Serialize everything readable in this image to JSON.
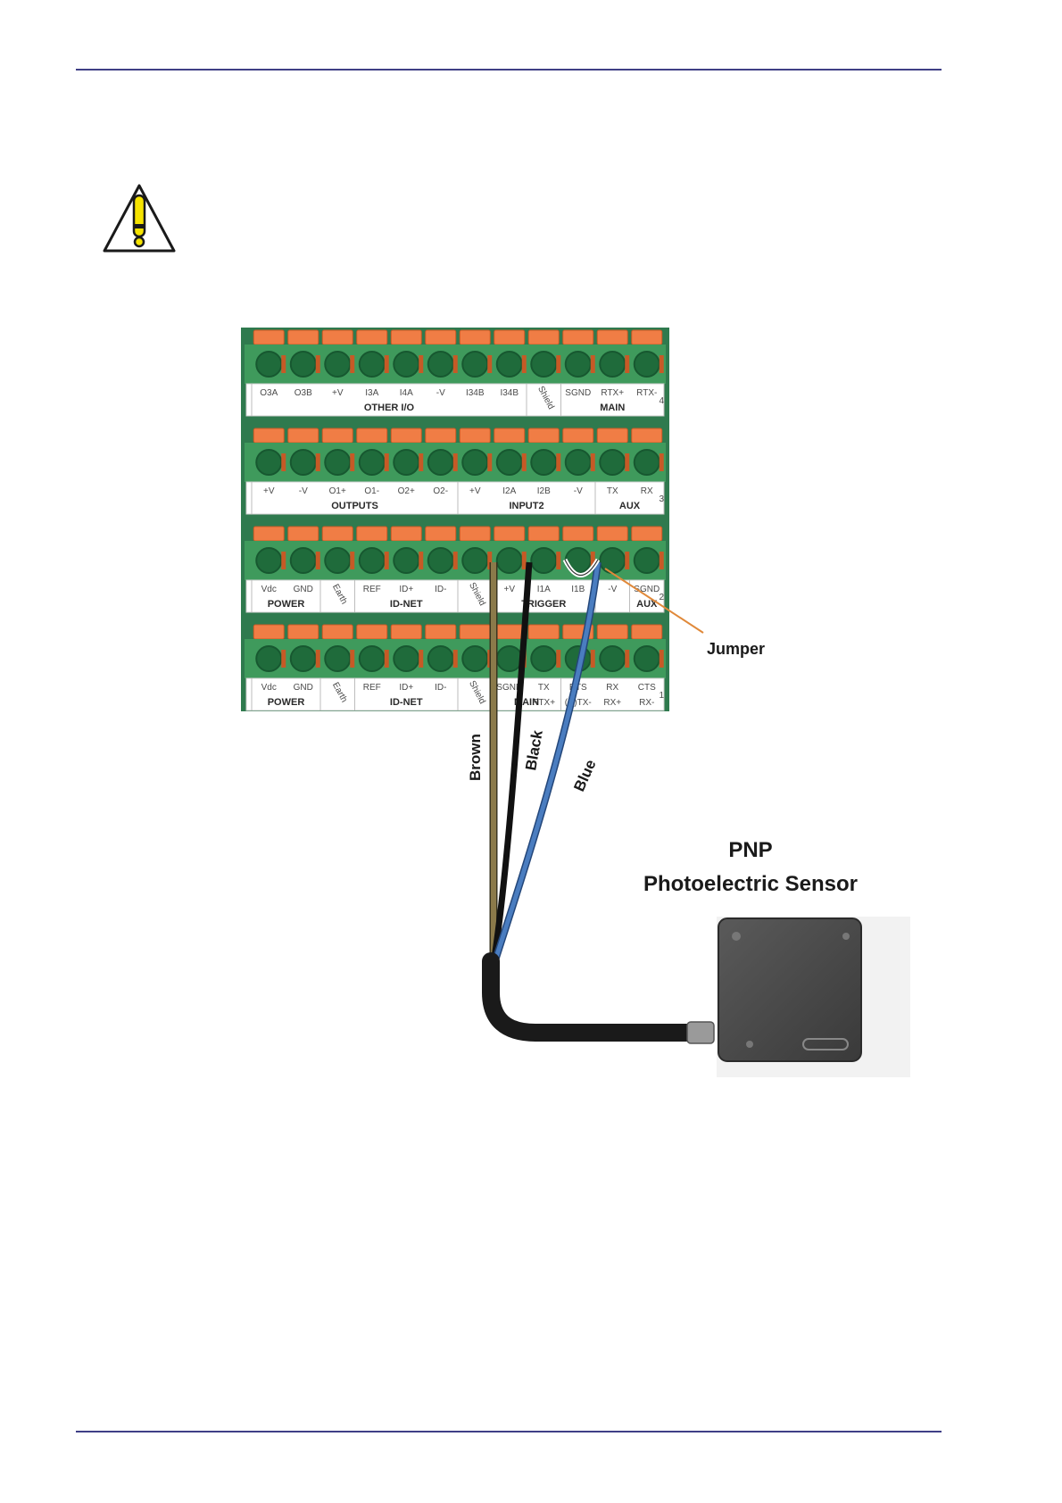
{
  "callouts": {
    "jumper": "Jumper",
    "sensor_line1": "PNP",
    "sensor_line2": "Photoelectric Sensor"
  },
  "wires": {
    "brown": "Brown",
    "black": "Black",
    "blue": "Blue"
  },
  "terminal_block": {
    "rows": [
      {
        "number": "4",
        "terminals": [
          "O3A",
          "O3B",
          "+V",
          "I3A",
          "I4A",
          "-V",
          "I34B",
          "I34B",
          "Shield",
          "SGND",
          "RTX+",
          "RTX-"
        ],
        "groups": [
          "OTHER I/O",
          "MAIN"
        ]
      },
      {
        "number": "3",
        "terminals": [
          "+V",
          "-V",
          "O1+",
          "O1-",
          "O2+",
          "O2-",
          "+V",
          "I2A",
          "I2B",
          "-V",
          "TX",
          "RX"
        ],
        "groups": [
          "OUTPUTS",
          "INPUT2",
          "AUX"
        ]
      },
      {
        "number": "2",
        "terminals": [
          "Vdc",
          "GND",
          "Earth",
          "REF",
          "ID+",
          "ID-",
          "Shield",
          "+V",
          "I1A",
          "I1B",
          "-V",
          "SGND"
        ],
        "groups": [
          "POWER",
          "ID-NET",
          "TRIGGER",
          "AUX"
        ]
      },
      {
        "number": "1",
        "terminals": [
          "Vdc",
          "GND",
          "Earth",
          "REF",
          "ID+",
          "ID-",
          "Shield",
          "SGND",
          "TX",
          "RTS",
          "RX",
          "CTS"
        ],
        "terminals_second_line": [
          "",
          "",
          "",
          "",
          "",
          "",
          "",
          "",
          "RTX+",
          "(R)TX-",
          "RX+",
          "RX-"
        ],
        "groups": [
          "POWER",
          "ID-NET",
          "MAIN"
        ]
      }
    ]
  },
  "colors": {
    "rule": "#3f3f86",
    "board_green": "#3f9a5c",
    "lever_orange": "#f07d45",
    "wire_brown": "#8b7a4a",
    "wire_black": "#111111",
    "wire_blue": "#4a7dc0",
    "jumper_arrow": "#e0893a",
    "caution_yellow": "#f5e300"
  },
  "icons": {
    "caution": "caution-triangle-icon"
  }
}
